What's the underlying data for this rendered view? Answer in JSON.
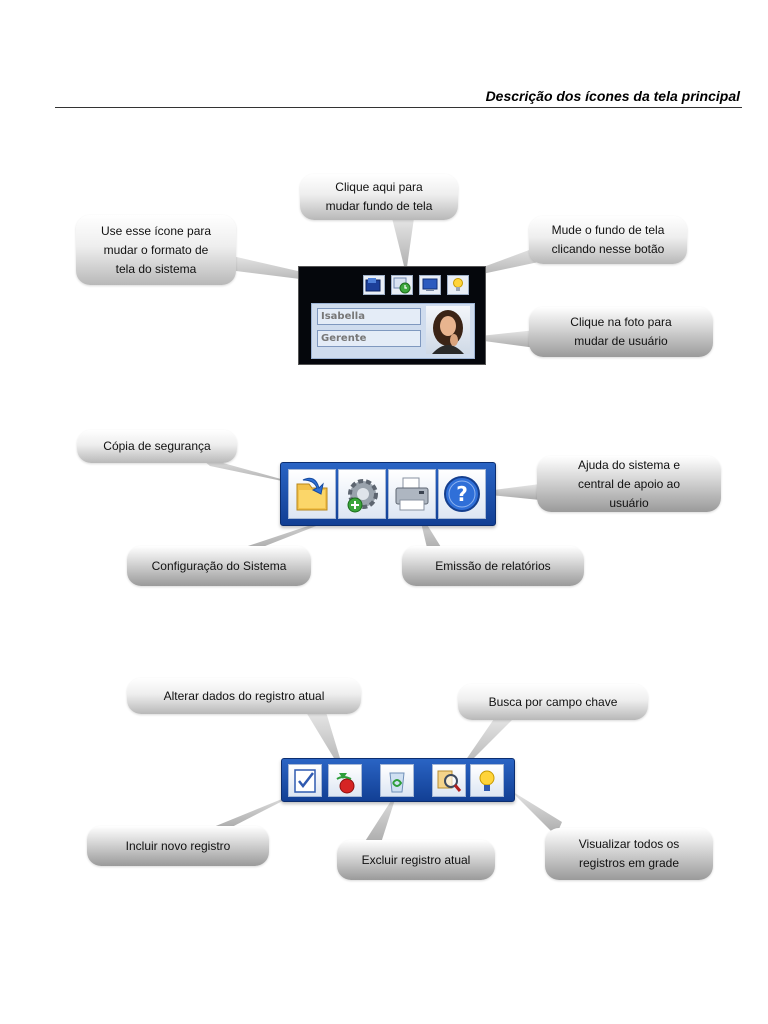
{
  "header": {
    "title": "Descrição dos ícones da tela principal"
  },
  "panel_top": {
    "user_name": "Isabella",
    "user_role": "Gerente",
    "callouts": {
      "format": "Use esse ícone para\nmudar o formato de\ntela do sistema",
      "wallpaper_top": "Clique aqui para\nmudar fundo de tela",
      "wallpaper_button": "Mude o fundo de tela\nclicando nesse botão",
      "photo": "Clique  na foto para\nmudar de usuário"
    },
    "icons": [
      "screen-format-icon",
      "wallpaper-clock-icon",
      "wallpaper-change-icon",
      "lightbulb-icon",
      "user-photo"
    ]
  },
  "panel_middle": {
    "callouts": {
      "backup": "Cópia de segurança",
      "help": "Ajuda do sistema e\ncentral de apoio ao\nusuário",
      "config": "Configuração do Sistema",
      "reports": "Emissão de relatórios"
    },
    "icons": [
      "backup-folder-icon",
      "settings-gear-icon",
      "printer-icon",
      "help-icon"
    ]
  },
  "panel_bottom": {
    "callouts": {
      "edit": "Alterar dados do registro atual",
      "search": "Busca por campo chave",
      "new": "Incluir novo registro",
      "delete": "Excluir registro atual",
      "grid": "Visualizar todos os\nregistros em grade"
    },
    "icons": [
      "new-record-icon",
      "edit-record-icon",
      "delete-record-icon",
      "search-icon",
      "view-all-lightbulb-icon"
    ]
  },
  "colors": {
    "toolbar_blue": "#1e52ae",
    "callout_gray": "#b8b8b8",
    "panel_dark": "#05070c"
  }
}
